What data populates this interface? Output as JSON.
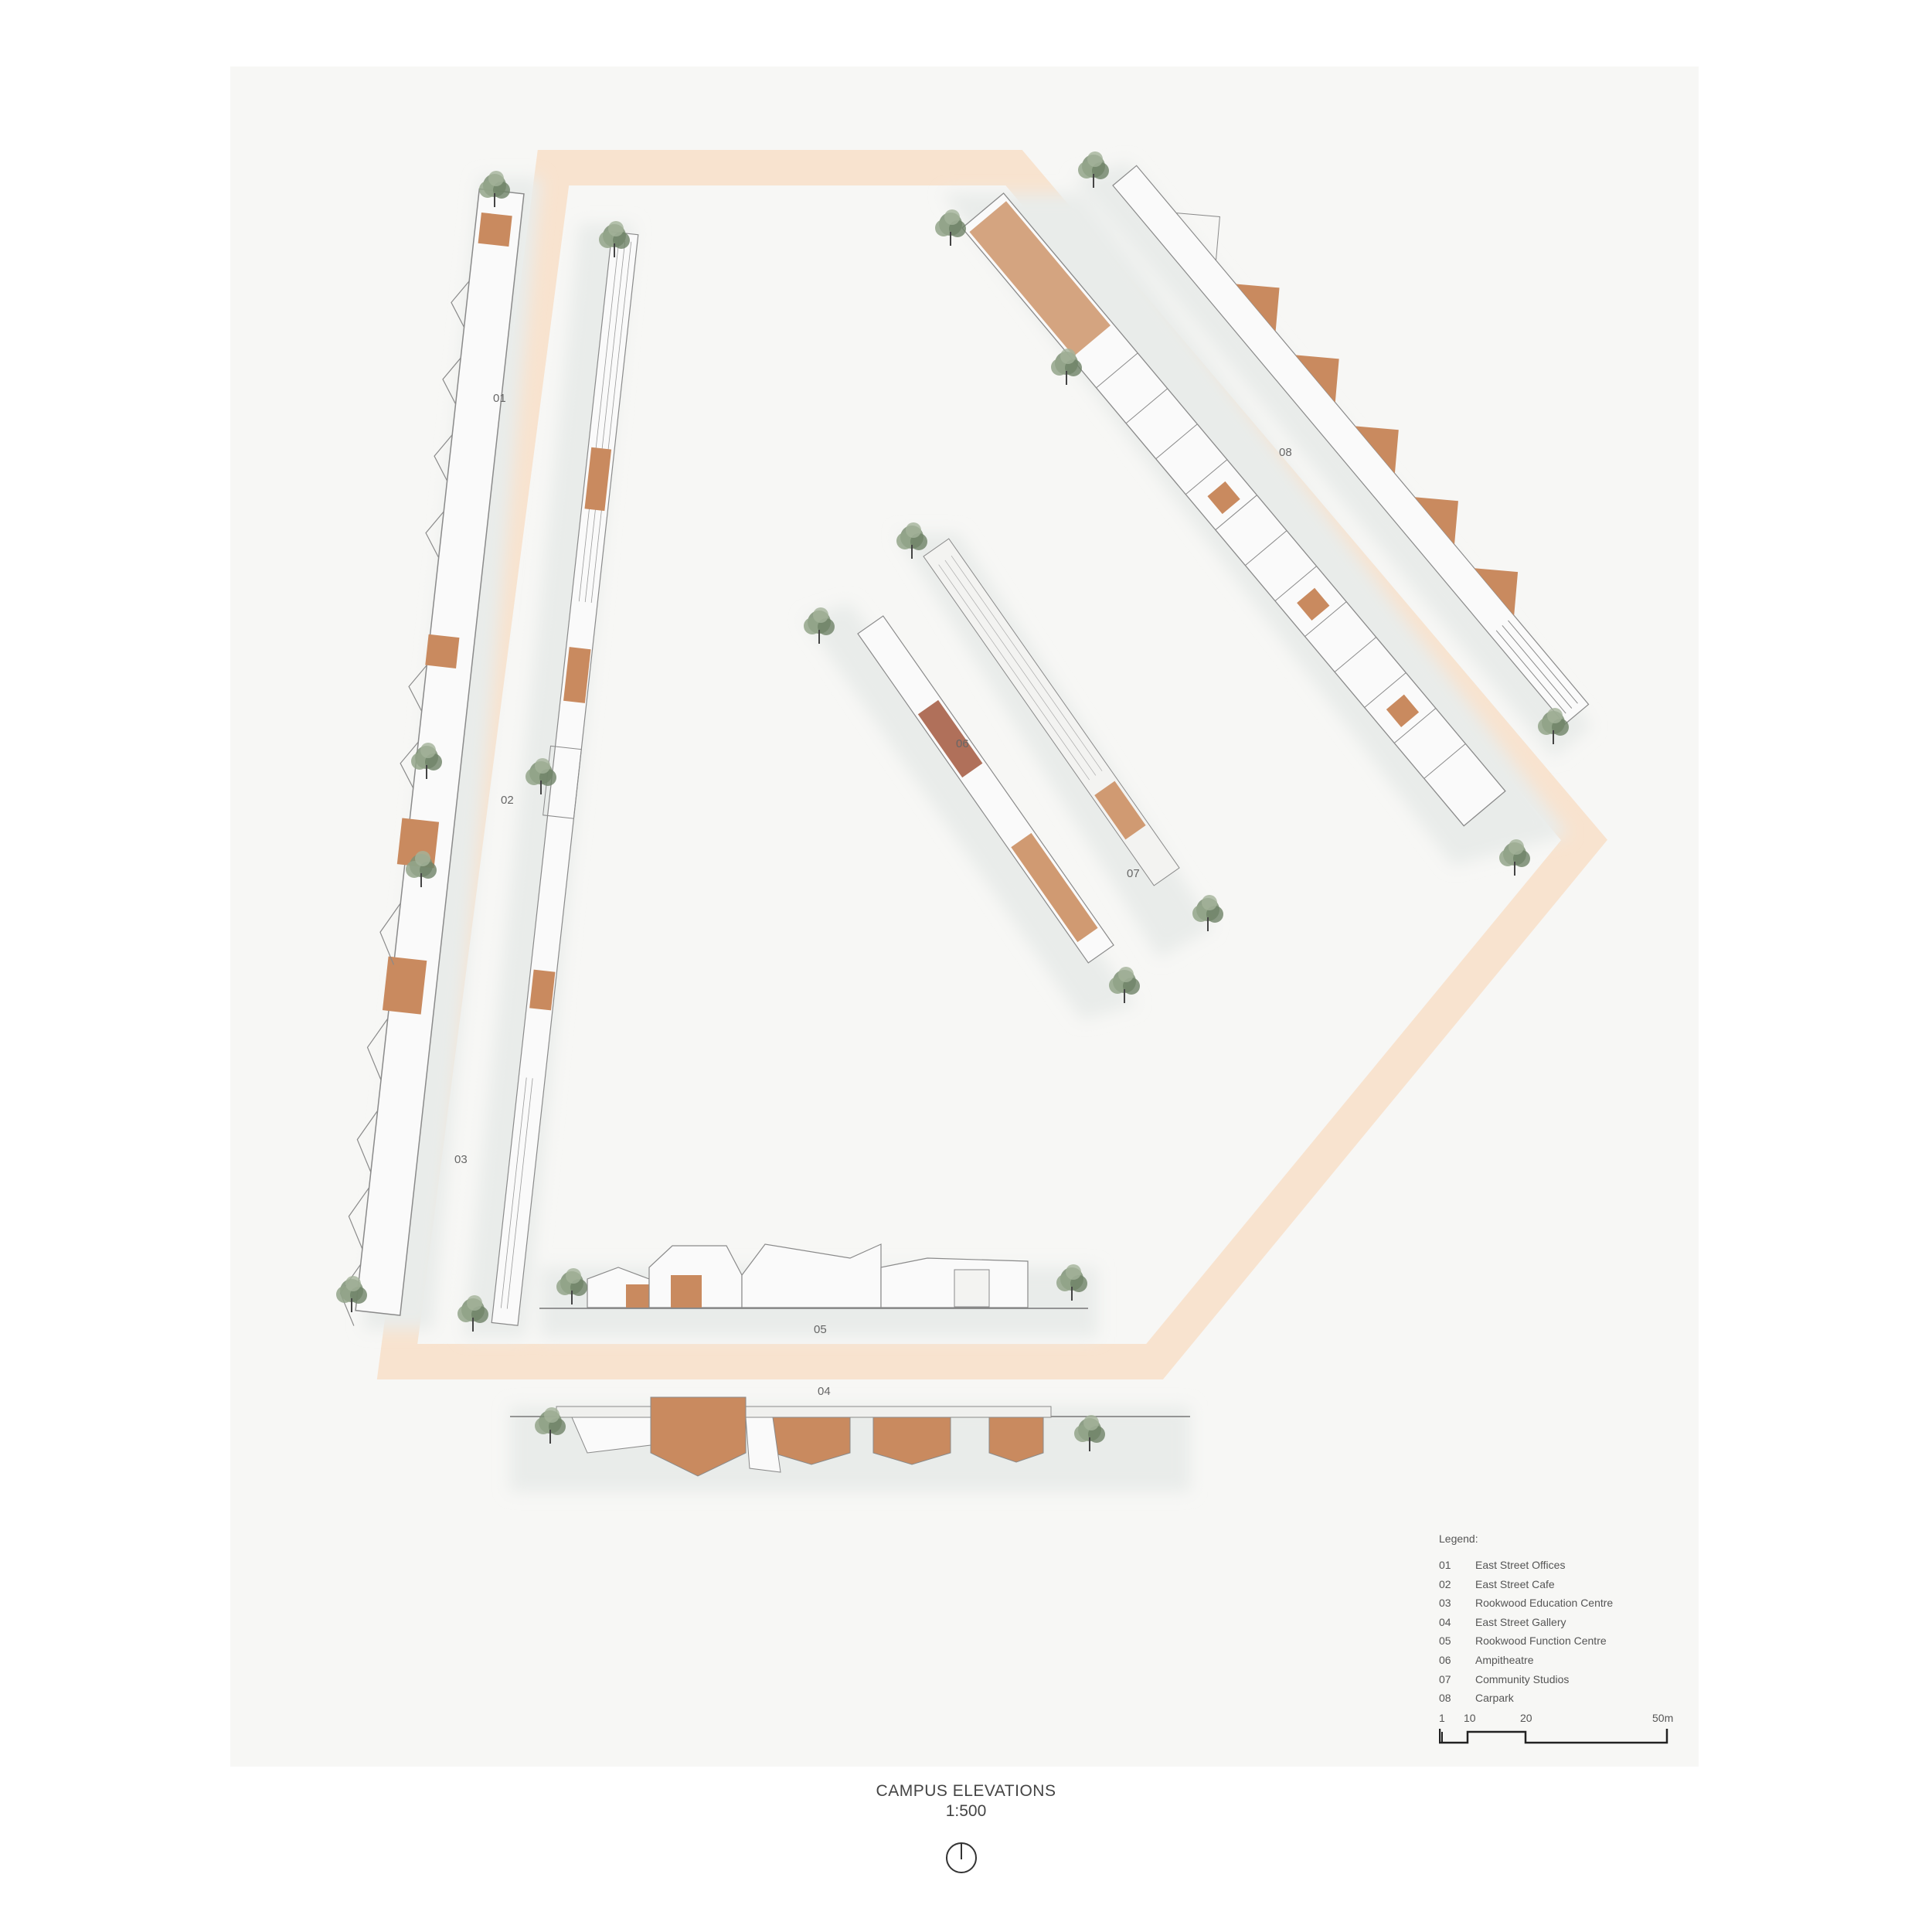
{
  "drawing": {
    "building_labels": [
      "01",
      "02",
      "03",
      "04",
      "05",
      "06",
      "07",
      "08"
    ]
  },
  "legend": {
    "title": "Legend:",
    "items": [
      {
        "num": "01",
        "name": "East Street Offices"
      },
      {
        "num": "02",
        "name": "East Street Cafe"
      },
      {
        "num": "03",
        "name": "Rookwood Education Centre"
      },
      {
        "num": "04",
        "name": "East Street Gallery"
      },
      {
        "num": "05",
        "name": "Rookwood Function Centre"
      },
      {
        "num": "06",
        "name": "Ampitheatre"
      },
      {
        "num": "07",
        "name": "Community Studios"
      },
      {
        "num": "08",
        "name": "Carpark"
      }
    ]
  },
  "scale_bar": {
    "ticks": [
      "1",
      "10",
      "20",
      "50m"
    ]
  },
  "caption": {
    "title": "CAMPUS ELEVATIONS",
    "scale": "1:500"
  },
  "colors": {
    "path": "#f8e3cf",
    "timber": "#c98a5f",
    "line": "#8a8a8a",
    "tree": "#8a9a80",
    "wash": "#eef0ee"
  }
}
